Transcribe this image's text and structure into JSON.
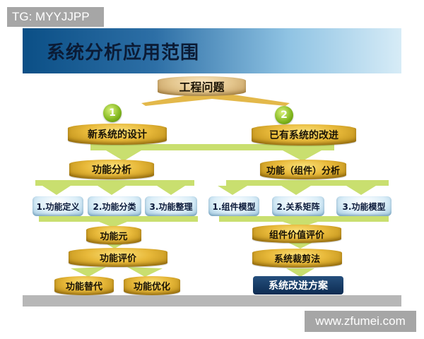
{
  "tag": "TG: MYYJJPP",
  "watermark": "www.zfumei.com",
  "title": "系统分析应用范围",
  "root": "工程问题",
  "branch_numbers": [
    "1",
    "2"
  ],
  "left": {
    "head": "新系统的设计",
    "analysis": "功能分析",
    "steps": [
      "1.功能定义",
      "2.功能分类",
      "3.功能整理"
    ],
    "element": "功能元",
    "evaluation": "功能评价",
    "outcomes": [
      "功能替代",
      "功能优化"
    ]
  },
  "right": {
    "head": "已有系统的改进",
    "analysis": "功能（组件）分析",
    "steps": [
      "1.组件模型",
      "2.关系矩阵",
      "3.功能模型"
    ],
    "evaluation": "组件价值评价",
    "method": "系统裁剪法",
    "result": "系统改进方案"
  }
}
